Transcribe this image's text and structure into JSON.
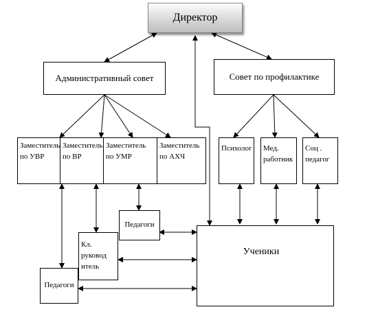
{
  "nodes": {
    "director": "Директор",
    "admin_council": "Административный совет",
    "prevention_council": "Совет по профилактике",
    "deputy_uvr": "Заместитель по УВР",
    "deputy_vr": "Заместитель по ВР",
    "deputy_umr": "Заместитель по УМР",
    "deputy_ahch": "Заместитель по АХЧ",
    "psychologist": "Психолог",
    "medic": "Мед. работник",
    "social_teacher": "Соц . педагог",
    "teachers_right": "Педагоги",
    "class_teacher": "Кл. руковод итель",
    "teachers_left": "Педагоги",
    "students": "Ученики"
  },
  "colors": {
    "line": "#000000",
    "box_border": "#000000",
    "director_gradient_top": "#fdfdfd",
    "director_gradient_bottom": "#bdbdbd"
  }
}
